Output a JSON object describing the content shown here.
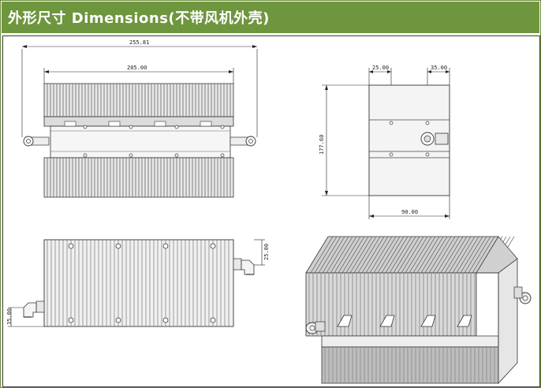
{
  "header": {
    "title": "外形尺寸  Dimensions(不带风机外壳)"
  },
  "dimensions": {
    "overall_length": "255.81",
    "fin_length": "205.00",
    "side_offset_left": "25.00",
    "side_offset_right": "35.00",
    "height": "177.60",
    "width": "90.00",
    "bottom_right_offset": "25.00",
    "bottom_left_offset": "35.00"
  }
}
